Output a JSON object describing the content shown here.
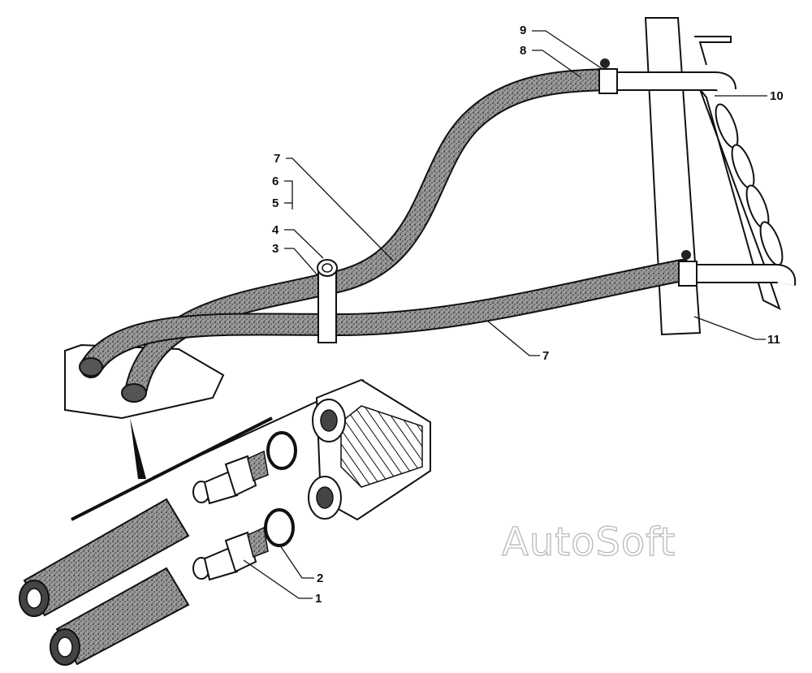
{
  "callouts": {
    "c9": "9",
    "c8": "8",
    "c10": "10",
    "c7a": "7",
    "c6": "6",
    "c5": "5",
    "c4": "4",
    "c3": "3",
    "c7b": "7",
    "c11": "11",
    "c2": "2",
    "c1": "1"
  },
  "watermark": "AutoSoft",
  "colors": {
    "ink": "#111111",
    "hose_fill": "#6e6e6e",
    "paper": "#ffffff",
    "watermark_stroke": "#b8b8b8"
  }
}
